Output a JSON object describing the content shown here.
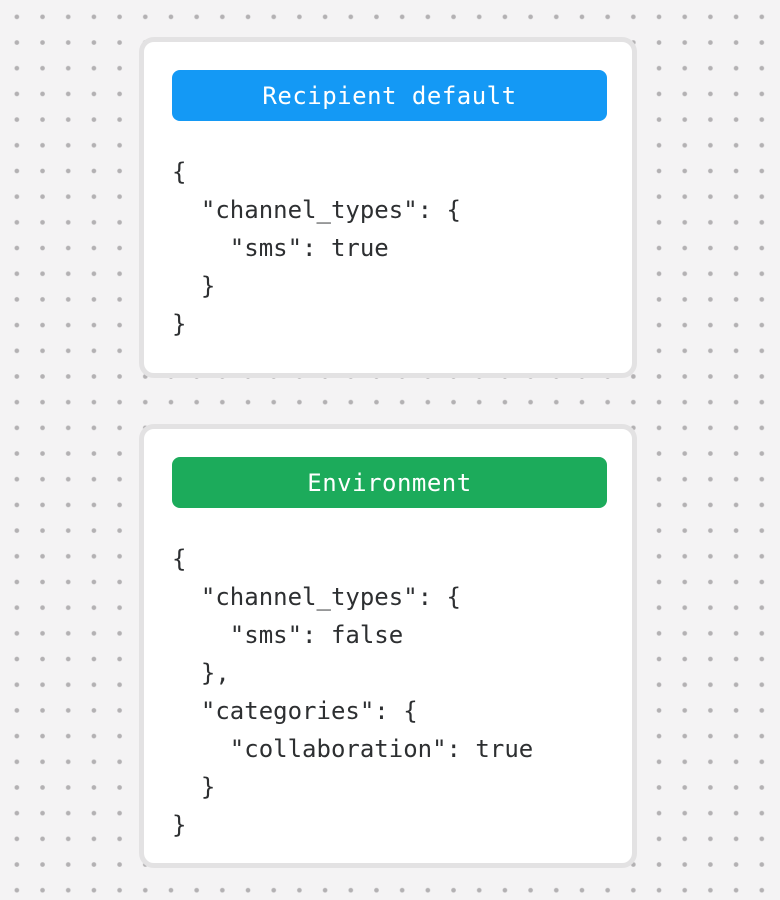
{
  "page": {
    "background_color": "#f4f3f4",
    "dot_color": "#b3b1b3",
    "card_border_color": "#e3e2e3"
  },
  "cards": [
    {
      "id": "recipient-default",
      "title": "Recipient default",
      "title_bg": "#1499f5",
      "code": "{\n  \"channel_types\": {\n    \"sms\": true\n  }\n}"
    },
    {
      "id": "environment",
      "title": "Environment",
      "title_bg": "#1cab5b",
      "code": "{\n  \"channel_types\": {\n    \"sms\": false\n  },\n  \"categories\": {\n    \"collaboration\": true\n  }\n}"
    }
  ]
}
